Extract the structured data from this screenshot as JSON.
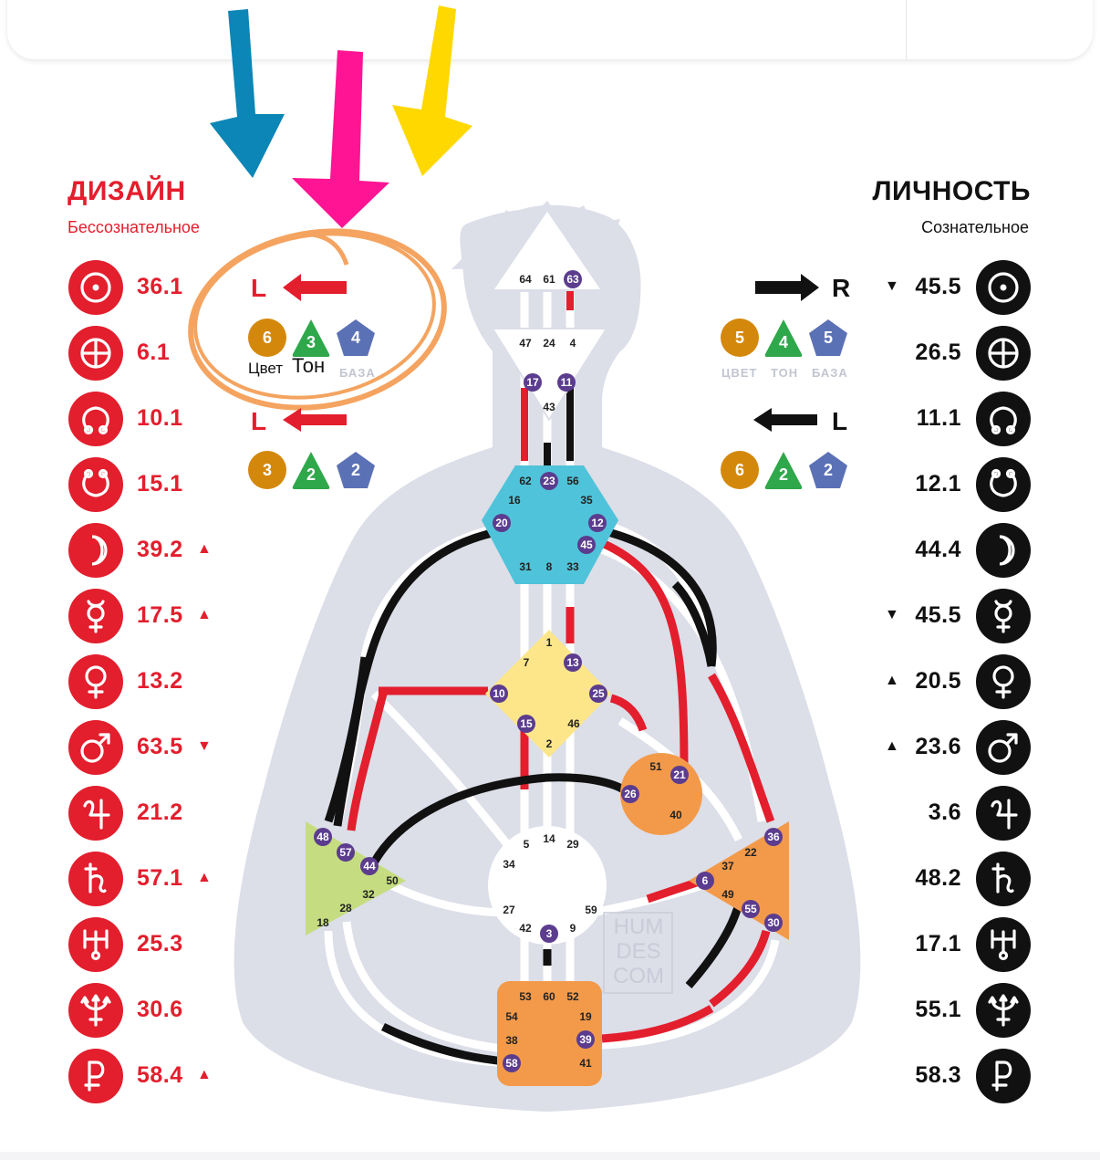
{
  "design": {
    "title": "ДИЗАЙН",
    "subtitle": "Бессознательное",
    "rows": [
      {
        "symbol": "sun-icon",
        "value": "36.1",
        "mark": ""
      },
      {
        "symbol": "earth-icon",
        "value": "6.1",
        "mark": ""
      },
      {
        "symbol": "north-node-icon",
        "value": "10.1",
        "mark": ""
      },
      {
        "symbol": "south-node-icon",
        "value": "15.1",
        "mark": ""
      },
      {
        "symbol": "moon-icon",
        "value": "39.2",
        "mark": "▲"
      },
      {
        "symbol": "mercury-icon",
        "value": "17.5",
        "mark": "▲"
      },
      {
        "symbol": "venus-icon",
        "value": "13.2",
        "mark": ""
      },
      {
        "symbol": "mars-icon",
        "value": "63.5",
        "mark": "▼"
      },
      {
        "symbol": "jupiter-icon",
        "value": "21.2",
        "mark": ""
      },
      {
        "symbol": "saturn-icon",
        "value": "57.1",
        "mark": "▲"
      },
      {
        "symbol": "uranus-icon",
        "value": "25.3",
        "mark": ""
      },
      {
        "symbol": "neptune-icon",
        "value": "30.6",
        "mark": ""
      },
      {
        "symbol": "pluto-icon",
        "value": "58.4",
        "mark": "▲"
      }
    ],
    "arrow1": {
      "label": "L",
      "color": "6",
      "tone": "3",
      "base": "4"
    },
    "arrow2": {
      "label": "L",
      "color": "3",
      "tone": "2",
      "base": "2"
    },
    "annotation_color": "Цвет",
    "annotation_tone": "Тон",
    "annotation_base": "БАЗА"
  },
  "personality": {
    "title": "ЛИЧНОСТЬ",
    "subtitle": "Сознательное",
    "rows": [
      {
        "symbol": "sun-icon",
        "value": "45.5",
        "mark": "▼"
      },
      {
        "symbol": "earth-icon",
        "value": "26.5",
        "mark": ""
      },
      {
        "symbol": "north-node-icon",
        "value": "11.1",
        "mark": ""
      },
      {
        "symbol": "south-node-icon",
        "value": "12.1",
        "mark": ""
      },
      {
        "symbol": "moon-icon",
        "value": "44.4",
        "mark": ""
      },
      {
        "symbol": "mercury-icon",
        "value": "45.5",
        "mark": "▼"
      },
      {
        "symbol": "venus-icon",
        "value": "20.5",
        "mark": "▲"
      },
      {
        "symbol": "mars-icon",
        "value": "23.6",
        "mark": "▲"
      },
      {
        "symbol": "jupiter-icon",
        "value": "3.6",
        "mark": ""
      },
      {
        "symbol": "saturn-icon",
        "value": "48.2",
        "mark": ""
      },
      {
        "symbol": "uranus-icon",
        "value": "17.1",
        "mark": ""
      },
      {
        "symbol": "neptune-icon",
        "value": "55.1",
        "mark": ""
      },
      {
        "symbol": "pluto-icon",
        "value": "58.3",
        "mark": ""
      }
    ],
    "arrow1": {
      "label": "R",
      "color": "5",
      "tone": "4",
      "base": "5"
    },
    "arrow2": {
      "label": "L",
      "color": "6",
      "tone": "2",
      "base": "2"
    },
    "lbl_color": "ЦВЕТ",
    "lbl_tone": "ТОН",
    "lbl_base": "БАЗА"
  },
  "watermark": [
    "HUM",
    "DES",
    "COM"
  ],
  "gates": {
    "head": [
      "64",
      "61",
      "63"
    ],
    "ajna": [
      "47",
      "24",
      "4",
      "17",
      "11",
      "43"
    ],
    "throat": [
      "62",
      "23",
      "56",
      "16",
      "35",
      "20",
      "12",
      "45",
      "31",
      "8",
      "33"
    ],
    "g": [
      "1",
      "7",
      "13",
      "10",
      "25",
      "15",
      "46",
      "2"
    ],
    "ego": [
      "51",
      "21",
      "26",
      "40"
    ],
    "sacral": [
      "5",
      "14",
      "29",
      "34",
      "27",
      "59",
      "42",
      "3",
      "9"
    ],
    "spleen": [
      "48",
      "57",
      "44",
      "50",
      "32",
      "28",
      "18"
    ],
    "solar": [
      "36",
      "22",
      "37",
      "6",
      "49",
      "55",
      "30"
    ],
    "root": [
      "53",
      "60",
      "52",
      "54",
      "19",
      "38",
      "39",
      "58",
      "41"
    ]
  },
  "colors": {
    "design_red": "#e31e2d",
    "black": "#111111",
    "blue_arrow": "#0b86b6",
    "pink_arrow": "#ff1493",
    "yellow_arrow": "#ffd800",
    "orange_circle": "#f4a460",
    "throat": "#4fc3d9",
    "g_center": "#fde68a",
    "spleen": "#c5dd80",
    "orange_center": "#f39a4a",
    "gate_purple": "#5b3c8e",
    "badge_orange": "#d4880b",
    "badge_green": "#2ea84a",
    "badge_blue": "#5b71b5",
    "silhouette": "#dcdee8"
  }
}
